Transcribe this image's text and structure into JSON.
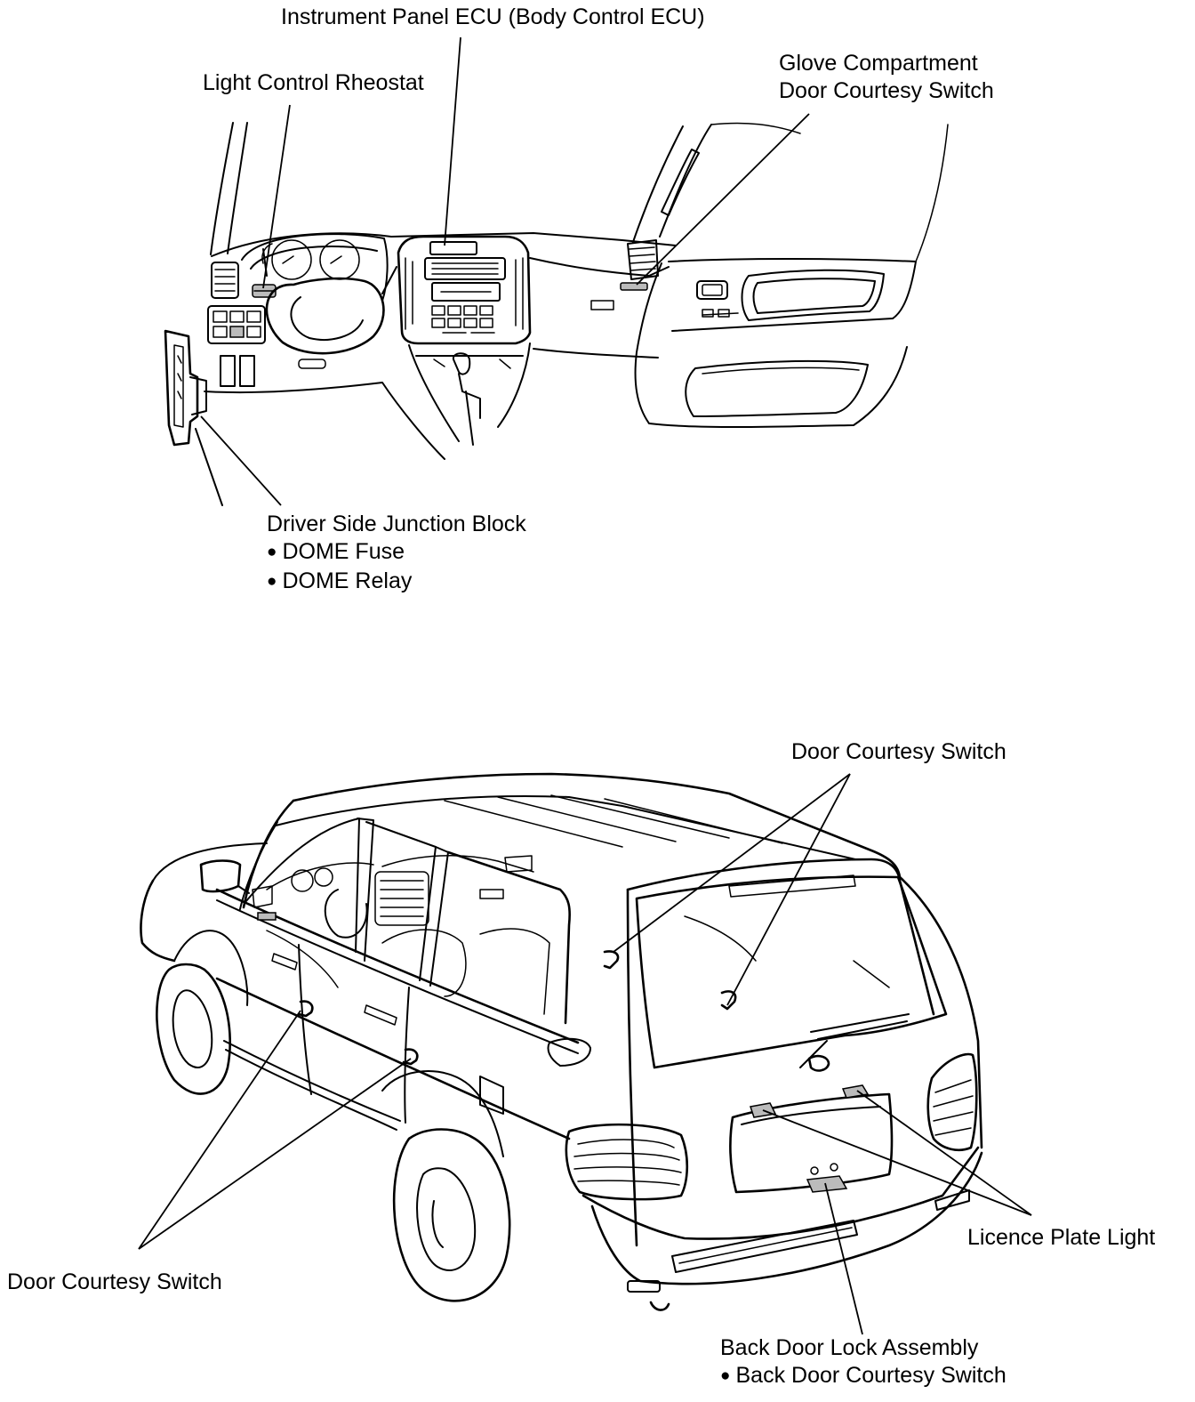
{
  "labels": {
    "instrument_panel_ecu": "Instrument Panel ECU (Body Control ECU)",
    "light_control_rheostat": "Light Control Rheostat",
    "glove_switch_line1": "Glove Compartment",
    "glove_switch_line2": "Door Courtesy Switch",
    "junction_block": "Driver Side Junction Block",
    "dome_fuse": "DOME Fuse",
    "dome_relay": "DOME Relay",
    "door_switch_right": "Door Courtesy Switch",
    "door_switch_left": "Door Courtesy Switch",
    "licence_plate_light": "Licence Plate Light",
    "back_door_lock": "Back Door Lock Assembly",
    "back_door_switch": "Back Door Courtesy Switch"
  }
}
